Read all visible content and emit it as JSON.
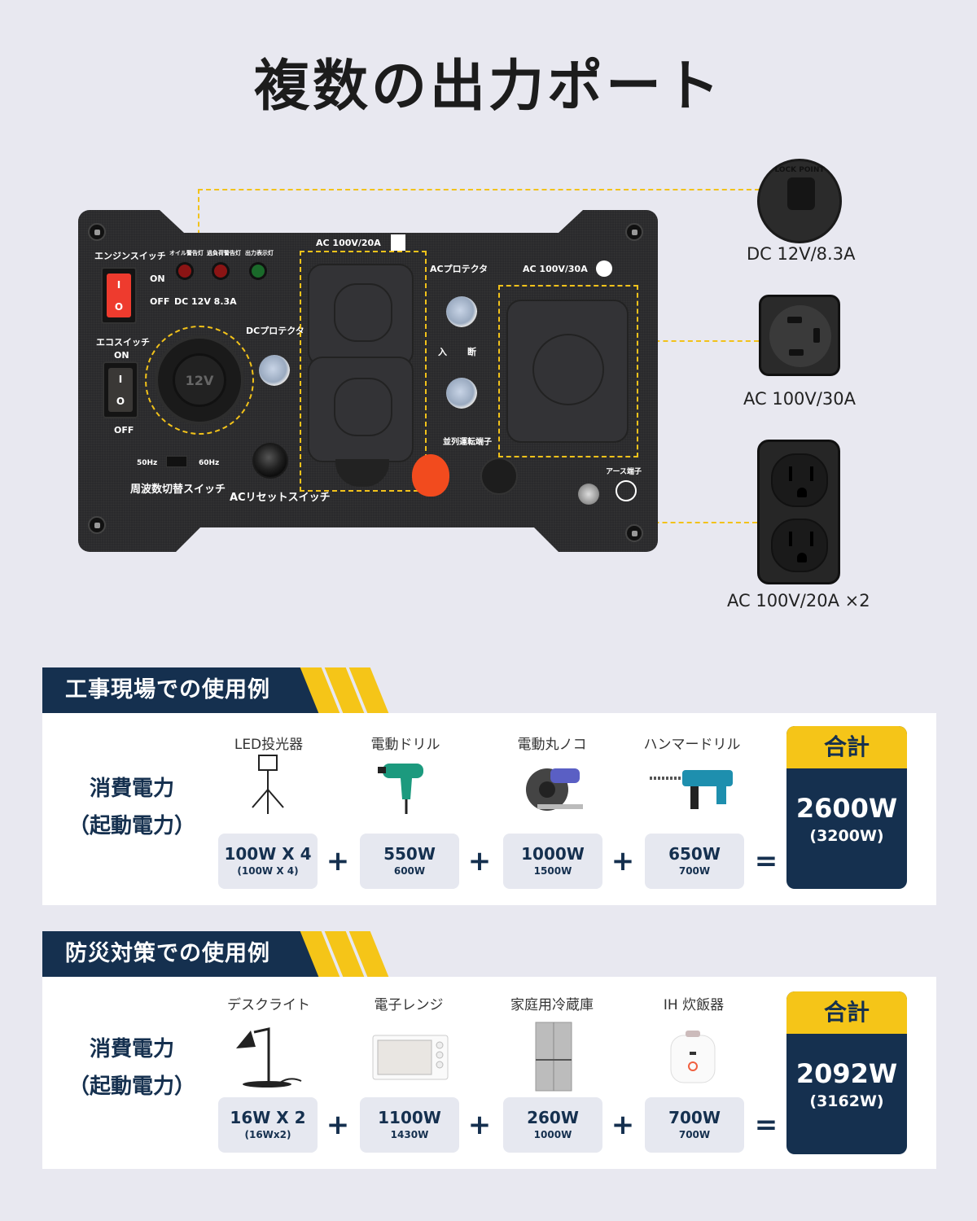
{
  "title": "複数の出力ポート",
  "panel": {
    "engine_switch": "エンジンスイッチ",
    "on": "ON",
    "off": "OFF",
    "led_oil": "オイル警告灯",
    "led_overload": "過負荷警告灯",
    "led_output": "出力表示灯",
    "dc_label": "DC 12V 8.3A",
    "eco_switch": "エコスイッチ",
    "dc_protector": "DCプロテクタ",
    "dc_socket_text": "12V",
    "freq_50": "50Hz",
    "freq_60": "60Hz",
    "freq_switch": "周波数切替スイッチ",
    "ac_reset": "ACリセットスイッチ",
    "ac20_label": "AC 100V/20A",
    "ac_protector": "ACプロテクタ",
    "in_label": "入",
    "cut_label": "断",
    "parallel": "並列運転端子",
    "ac30_label": "AC 100V/30A",
    "earth": "アース端子"
  },
  "ports": [
    {
      "label": "DC 12V/8.3A",
      "icon": "dc-socket-icon",
      "ring_text": "LOCK POINT"
    },
    {
      "label": "AC 100V/30A",
      "icon": "twist-lock-outlet-icon"
    },
    {
      "label": "AC 100V/20A ×2",
      "icon": "duplex-outlet-icon"
    }
  ],
  "colors": {
    "navy": "#15304f",
    "yellow": "#f5c518",
    "dash": "#f2c21a",
    "bg": "#e8e8f0"
  },
  "sections": [
    {
      "title": "工事現場での使用例",
      "consume_line1": "消費電力",
      "consume_line2": "（起動電力）",
      "items": [
        {
          "name": "LED投光器",
          "watt": "100W X 4",
          "start": "(100W X 4)",
          "image": "led-floodlight"
        },
        {
          "name": "電動ドリル",
          "watt": "550W",
          "start": "600W",
          "image": "electric-drill"
        },
        {
          "name": "電動丸ノコ",
          "watt": "1000W",
          "start": "1500W",
          "image": "circular-saw"
        },
        {
          "name": "ハンマードリル",
          "watt": "650W",
          "start": "700W",
          "image": "hammer-drill"
        }
      ],
      "plus": "+",
      "equals": "=",
      "total_label": "合計",
      "total": "2600W",
      "total_start": "(3200W)"
    },
    {
      "title": "防災対策での使用例",
      "consume_line1": "消費電力",
      "consume_line2": "（起動電力）",
      "items": [
        {
          "name": "デスクライト",
          "watt": "16W X 2",
          "start": "(16Wx2)",
          "image": "desk-lamp"
        },
        {
          "name": "電子レンジ",
          "watt": "1100W",
          "start": "1430W",
          "image": "microwave"
        },
        {
          "name": "家庭用冷蔵庫",
          "watt": "260W",
          "start": "1000W",
          "image": "refrigerator"
        },
        {
          "name": "IH 炊飯器",
          "watt": "700W",
          "start": "700W",
          "image": "rice-cooker"
        }
      ],
      "plus": "+",
      "equals": "=",
      "total_label": "合計",
      "total": "2092W",
      "total_start": "(3162W)"
    }
  ]
}
